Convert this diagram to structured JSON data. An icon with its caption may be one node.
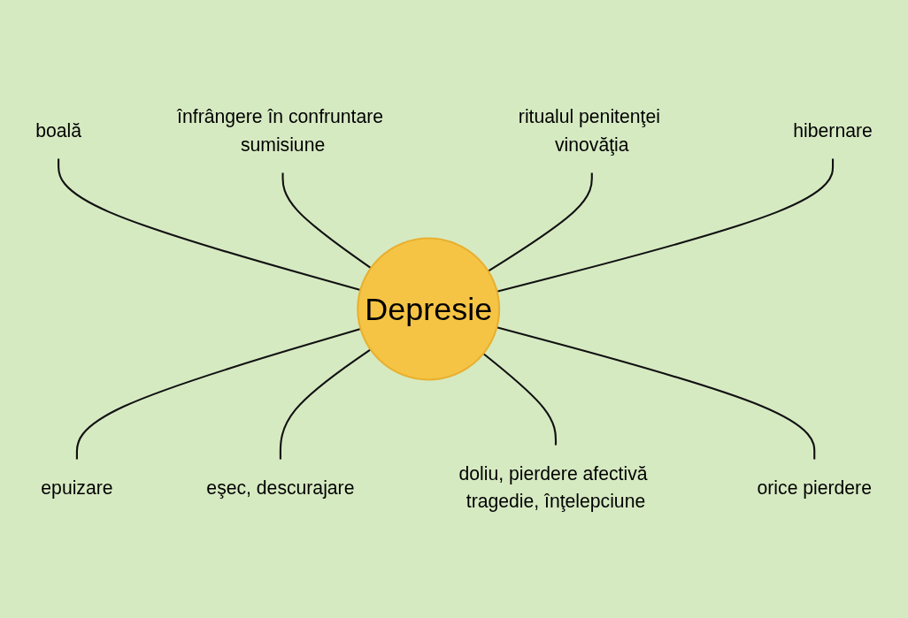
{
  "diagram": {
    "nodes": [
      {
        "text": [
          "Depresie"
        ]
      },
      {
        "text": [
          "boală"
        ]
      },
      {
        "text": [
          "înfrângere în confruntare sumisiune"
        ]
      },
      {
        "text": [
          "epuizare"
        ]
      },
      {
        "text": [
          "eşec, descurajare"
        ]
      },
      {
        "text": [
          "doliu, pierdere afectivă tragedie, înţelepciune"
        ]
      },
      {
        "text": [
          "orice pierdere"
        ]
      },
      {
        "text": [
          "ritualul penitenţei vinovăţia"
        ]
      },
      {
        "text": [
          "hibernare"
        ]
      }
    ],
    "edges": [
      {
        "from": 0,
        "to": 1,
        "arrow": "none"
      },
      {
        "from": 0,
        "to": 2,
        "arrow": "none"
      },
      {
        "from": 0,
        "to": 3,
        "arrow": "none"
      },
      {
        "from": 0,
        "to": 4,
        "arrow": "none"
      },
      {
        "from": 0,
        "to": 5,
        "arrow": "none"
      },
      {
        "from": 0,
        "to": 6,
        "arrow": "none"
      },
      {
        "from": 0,
        "to": 7,
        "arrow": "none"
      },
      {
        "from": 0,
        "to": 8,
        "arrow": "none"
      }
    ]
  }
}
